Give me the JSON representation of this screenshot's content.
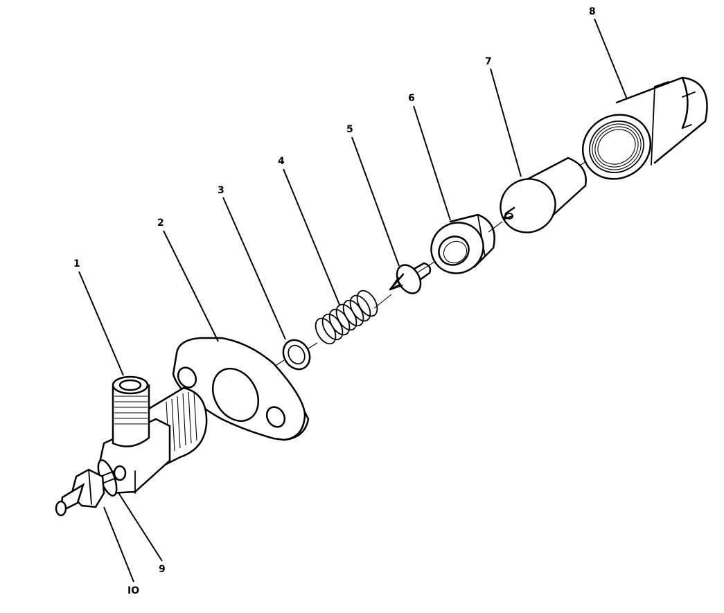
{
  "diagram": {
    "callouts": [
      {
        "id": "1",
        "label": "1"
      },
      {
        "id": "2",
        "label": "2"
      },
      {
        "id": "3",
        "label": "3"
      },
      {
        "id": "4",
        "label": "4"
      },
      {
        "id": "5",
        "label": "5"
      },
      {
        "id": "6",
        "label": "6"
      },
      {
        "id": "7",
        "label": "7"
      },
      {
        "id": "8",
        "label": "8"
      },
      {
        "id": "9",
        "label": "9"
      },
      {
        "id": "10",
        "label": "IO"
      }
    ]
  }
}
